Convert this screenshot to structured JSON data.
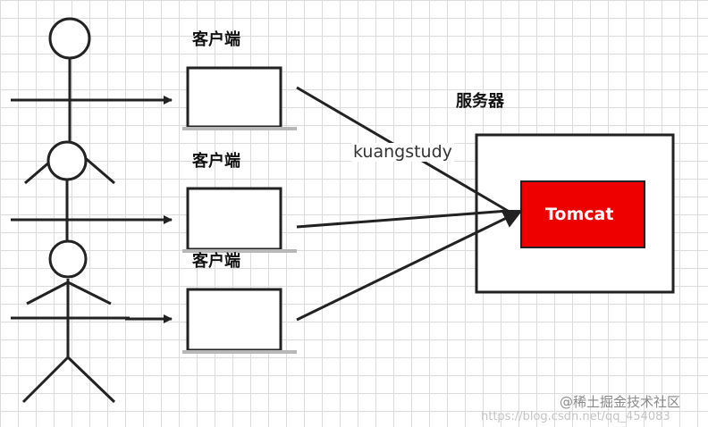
{
  "labels": {
    "client": "客户端",
    "server": "服务器",
    "connection": "kuangstudy",
    "tomcat": "Tomcat"
  },
  "watermark": {
    "brand": "@稀土掘金技术社区",
    "url": "https://blog.csdn.net/qq_454083"
  },
  "colors": {
    "tomcat_fill": "#ee0000",
    "stroke": "#222222"
  }
}
